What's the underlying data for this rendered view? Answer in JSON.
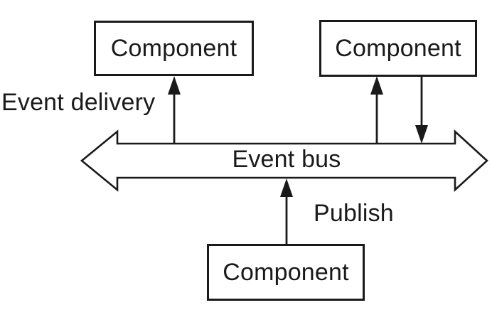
{
  "colors": {
    "ink": "#1a1a1a",
    "background": "#ffffff"
  },
  "nodes": {
    "component_top_left": {
      "label": "Component"
    },
    "component_top_right": {
      "label": "Component"
    },
    "component_bottom": {
      "label": "Component"
    }
  },
  "bus": {
    "label": "Event bus"
  },
  "annotations": {
    "event_delivery": "Event delivery",
    "publish": "Publish"
  }
}
